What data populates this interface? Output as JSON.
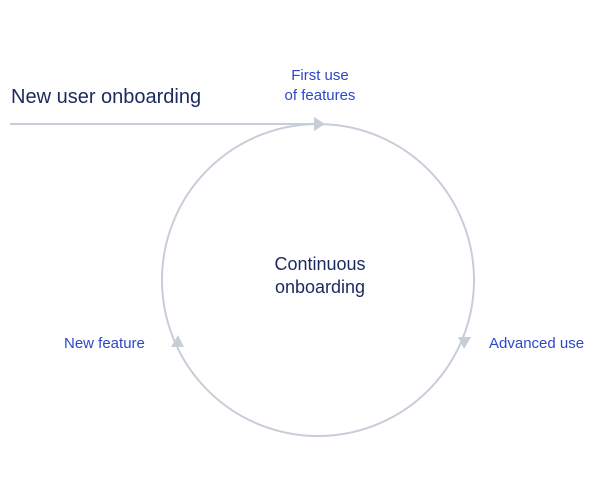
{
  "diagram": {
    "entry_label": "New user onboarding",
    "center_label_line1": "Continuous",
    "center_label_line2": "onboarding",
    "stages": {
      "first_use_line1": "First use",
      "first_use_line2": "of features",
      "advanced_use": "Advanced use",
      "new_feature": "New feature"
    },
    "colors": {
      "line": "#c7ced8",
      "dark_text": "#1b2a5e",
      "accent_text": "#2d47c8",
      "background": "#ffffff"
    }
  }
}
